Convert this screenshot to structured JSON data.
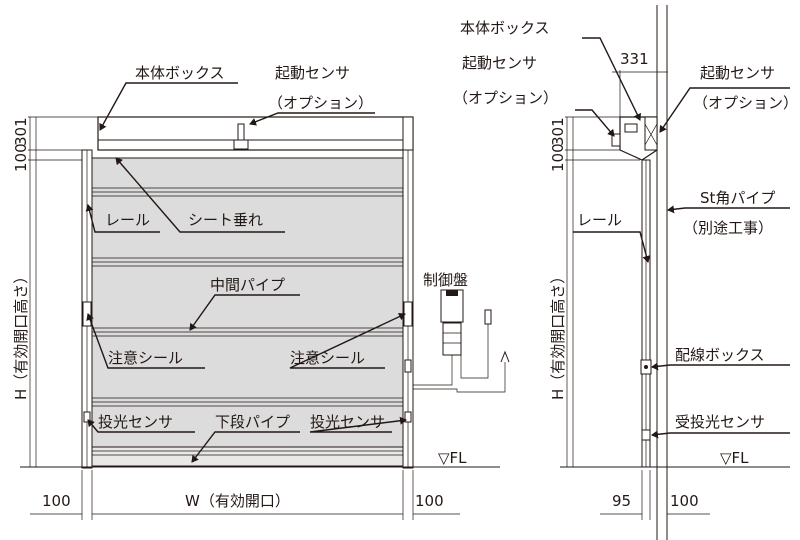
{
  "front": {
    "labels": {
      "box": "本体ボックス",
      "start_sensor_1": "起動センサ",
      "start_sensor_2": "（オプション）",
      "rail": "レール",
      "sheet_hang": "シート垂れ",
      "mid_pipe": "中間パイプ",
      "control_panel": "制御盤",
      "caution_left": "注意シール",
      "caution_right": "注意シール",
      "emitter_left": "投光センサ",
      "bottom_pipe": "下段パイプ",
      "emitter_right": "投光センサ",
      "floor": "▽FL"
    },
    "dims": {
      "top_a": "100",
      "top_b": "301",
      "height": "H（有効開口高さ）",
      "left": "100",
      "width": "W（有効開口）",
      "right": "100"
    }
  },
  "side": {
    "labels": {
      "box": "本体ボックス",
      "start_sensor_left_1": "起動センサ",
      "start_sensor_left_2": "（オプション）",
      "start_sensor_right_1": "起動センサ",
      "start_sensor_right_2": "（オプション）",
      "st_pipe_1": "St角パイプ",
      "st_pipe_2": "（別途工事）",
      "rail": "レール",
      "wiring_box": "配線ボックス",
      "transceiver": "受投光センサ",
      "floor": "▽FL"
    },
    "dims": {
      "top_width": "331",
      "top_a": "100",
      "top_b": "301",
      "height": "H（有効開口高さ）",
      "left": "95",
      "right": "100"
    }
  }
}
